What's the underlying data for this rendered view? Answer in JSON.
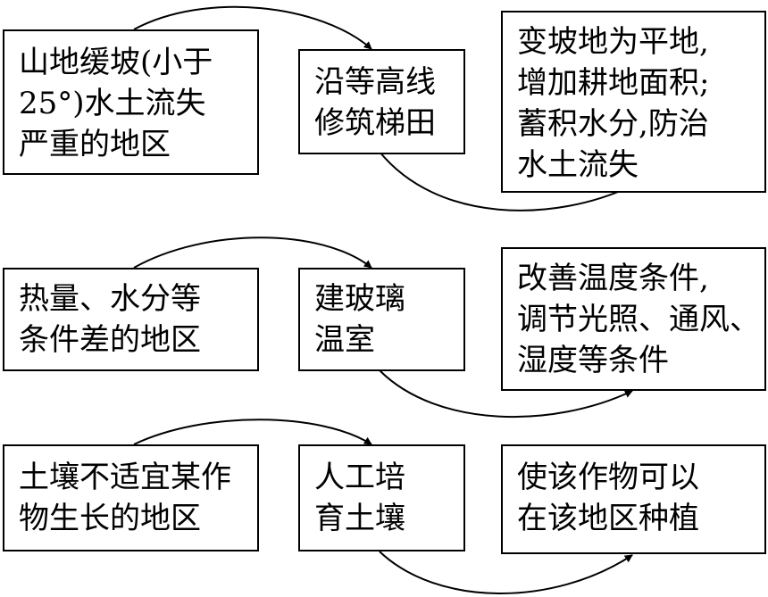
{
  "rows": [
    {
      "condition": [
        "山地缓坡(小于",
        "25°)水土流失",
        "严重的地区"
      ],
      "measure": [
        "沿等高线",
        "修筑梯田"
      ],
      "effect": [
        "变坡地为平地,",
        "增加耕地面积;",
        "蓄积水分,防治",
        "水土流失"
      ]
    },
    {
      "condition": [
        "热量、水分等",
        "条件差的地区"
      ],
      "measure": [
        "建玻璃",
        "温室"
      ],
      "effect": [
        "改善温度条件,",
        "调节光照、通风、",
        "湿度等条件"
      ]
    },
    {
      "condition": [
        "土壤不适宜某作",
        "物生长的地区"
      ],
      "measure": [
        "人工培",
        "育土壤"
      ],
      "effect": [
        "使该作物可以",
        "在该地区种植"
      ]
    }
  ]
}
